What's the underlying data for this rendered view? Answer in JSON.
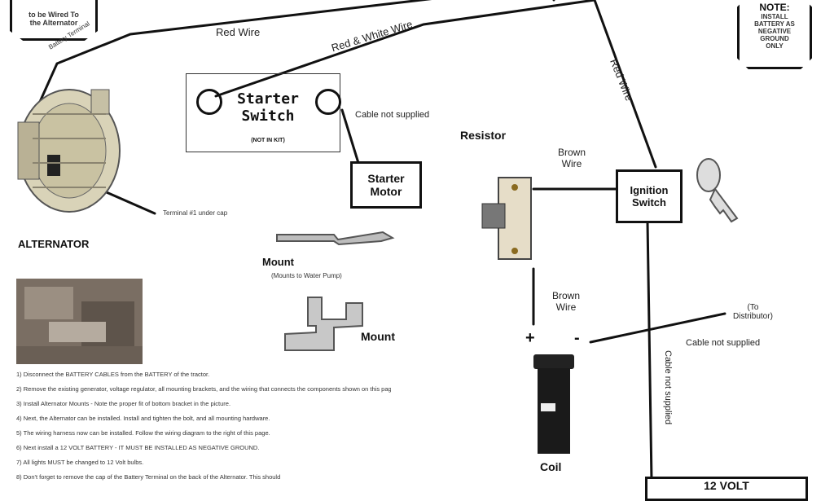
{
  "top_left_note": {
    "line1": "to be Wired To",
    "line2": "the Alternator",
    "terminal_label": "Battery Terminal"
  },
  "top_right_note": {
    "title": "NOTE:",
    "lines": [
      "INSTALL",
      "BATTERY AS",
      "NEGATIVE",
      "GROUND",
      "ONLY"
    ]
  },
  "wire_labels": {
    "red_wire_top": "Red Wire",
    "red_white_wire": "Red & White Wire",
    "red_wire_right": "Red Wire",
    "brown_wire_top": "Brown\nWire",
    "brown_wire_bottom": "Brown\nWire",
    "cable_not_supplied_starter": "Cable not supplied",
    "cable_not_supplied_coil": "Cable not supplied",
    "cable_not_supplied_vertical": "Cable not supplied",
    "to_distributor": "(To\nDistributor)"
  },
  "components": {
    "starter_switch_title": "Starter\nSwitch",
    "starter_switch_sub": "(NOT IN KIT)",
    "starter_motor": "Starter\nMotor",
    "ignition_switch": "Ignition\nSwitch",
    "resistor": "Resistor",
    "alternator": "ALTERNATOR",
    "terminal_note": "Terminal #1 under cap",
    "mount_1": "Mount",
    "mount_1_sub": "(Mounts to Water Pump)",
    "mount_2": "Mount",
    "coil": "Coil",
    "coil_plus": "+",
    "coil_minus": "-",
    "battery": "12 VOLT"
  },
  "steps": [
    "1)   Disconnect the BATTERY CABLES from the BATTERY of the tractor.",
    "2)   Remove the existing generator, voltage regulator, all mounting brackets, and the wiring that connects the components shown on this page.",
    "3)   Install Alternator Mounts - Note the proper fit of bottom bracket in the picture.",
    "4)   Next, the Alternator can be installed. Install and tighten the bolt, and all mounting hardware.",
    "5)   The wiring harness now can be installed. Follow the wiring diagram to the right of this page.",
    "6)   Next install a 12 VOLT BATTERY - IT MUST BE INSTALLED AS NEGATIVE GROUND.",
    "7)   All lights MUST be changed to 12 Volt bulbs.",
    "8)   Don't forget to remove the cap of the Battery Terminal on the back of the Alternator. This should"
  ]
}
